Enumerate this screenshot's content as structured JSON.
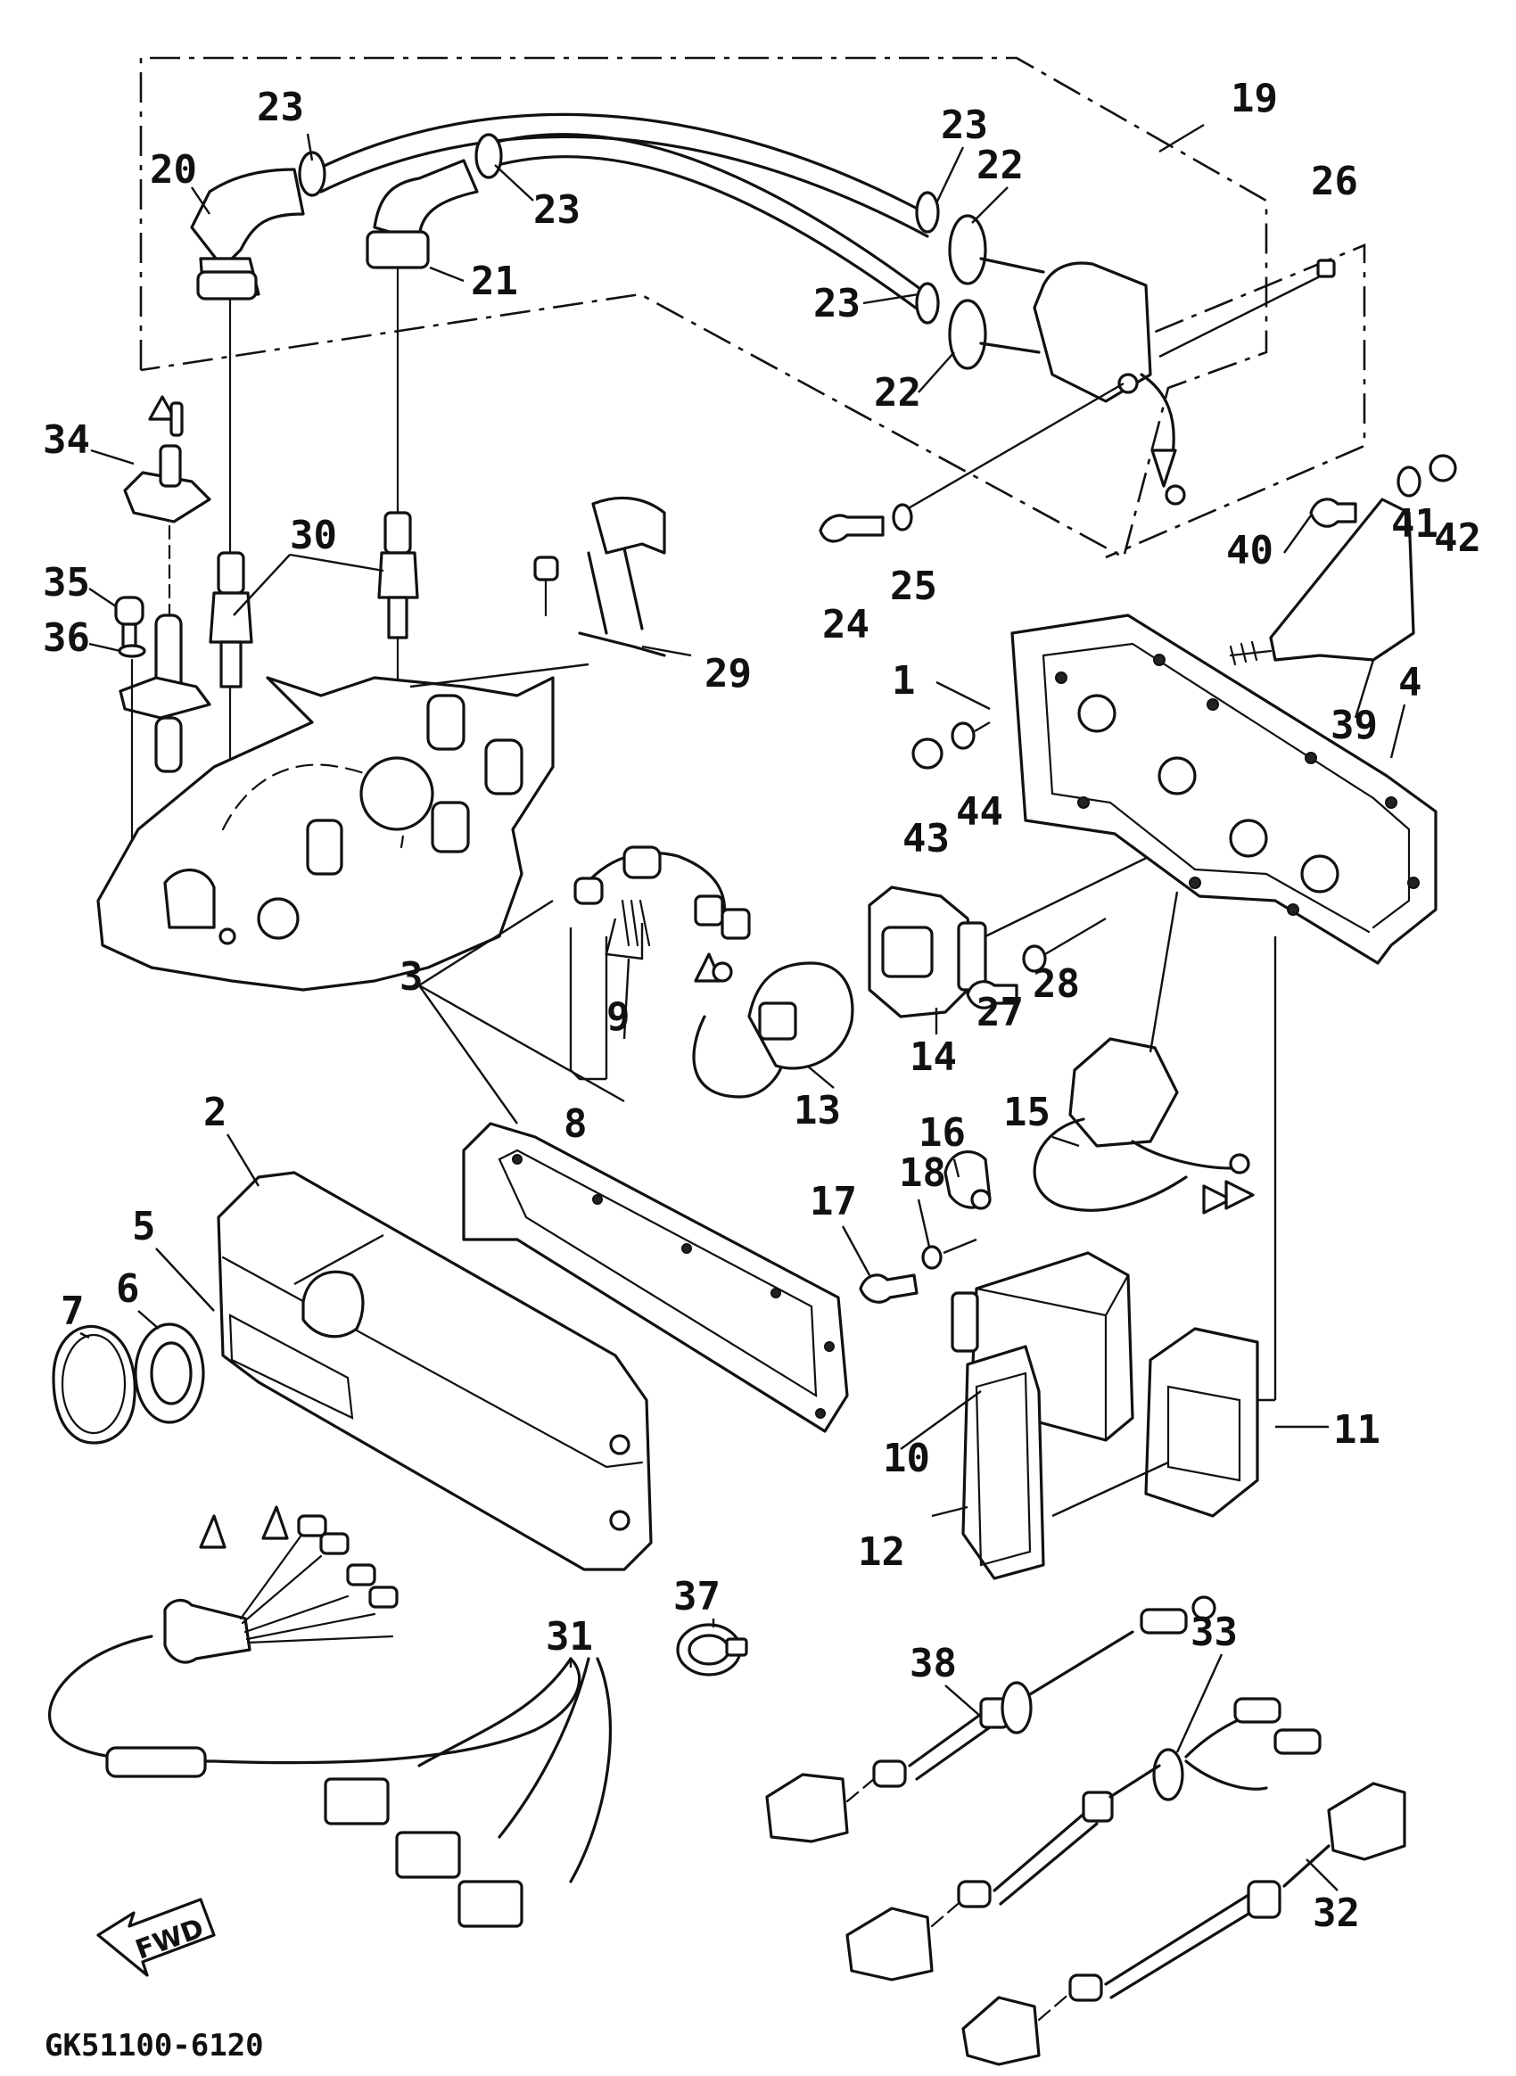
{
  "diagram_code": "GK51100-6120",
  "fwd_label": "FWD",
  "callouts": {
    "c1": "1",
    "c2": "2",
    "c3": "3",
    "c4": "4",
    "c5": "5",
    "c6": "6",
    "c7": "7",
    "c8": "8",
    "c9": "9",
    "c10": "10",
    "c11": "11",
    "c12": "12",
    "c13": "13",
    "c14": "14",
    "c15": "15",
    "c16": "16",
    "c17": "17",
    "c18": "18",
    "c19": "19",
    "c20": "20",
    "c21": "21",
    "c22a": "22",
    "c22b": "22",
    "c23a": "23",
    "c23b": "23",
    "c23c": "23",
    "c23d": "23",
    "c24": "24",
    "c25": "25",
    "c26": "26",
    "c27": "27",
    "c28": "28",
    "c29": "29",
    "c30": "30",
    "c31": "31",
    "c32": "32",
    "c33": "33",
    "c34": "34",
    "c35": "35",
    "c36": "36",
    "c37": "37",
    "c38": "38",
    "c39": "39",
    "c40": "40",
    "c41": "41",
    "c42": "42",
    "c43": "43",
    "c44": "44"
  }
}
